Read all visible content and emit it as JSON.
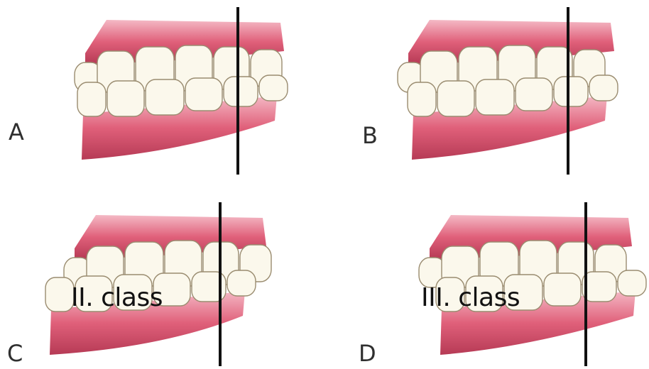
{
  "panels": [
    {
      "letter": "A"
    },
    {
      "letter": "B"
    },
    {
      "letter": "C",
      "class_label": "II. class"
    },
    {
      "letter": "D",
      "class_label": "III. class"
    }
  ],
  "colors": {
    "gum": "#e0607a",
    "gum_dark": "#b63a55",
    "gum_light": "#f4b9c5",
    "tooth": "#fbf8ec",
    "tooth_outline": "#9a8c70",
    "reference_line": "#111111"
  }
}
